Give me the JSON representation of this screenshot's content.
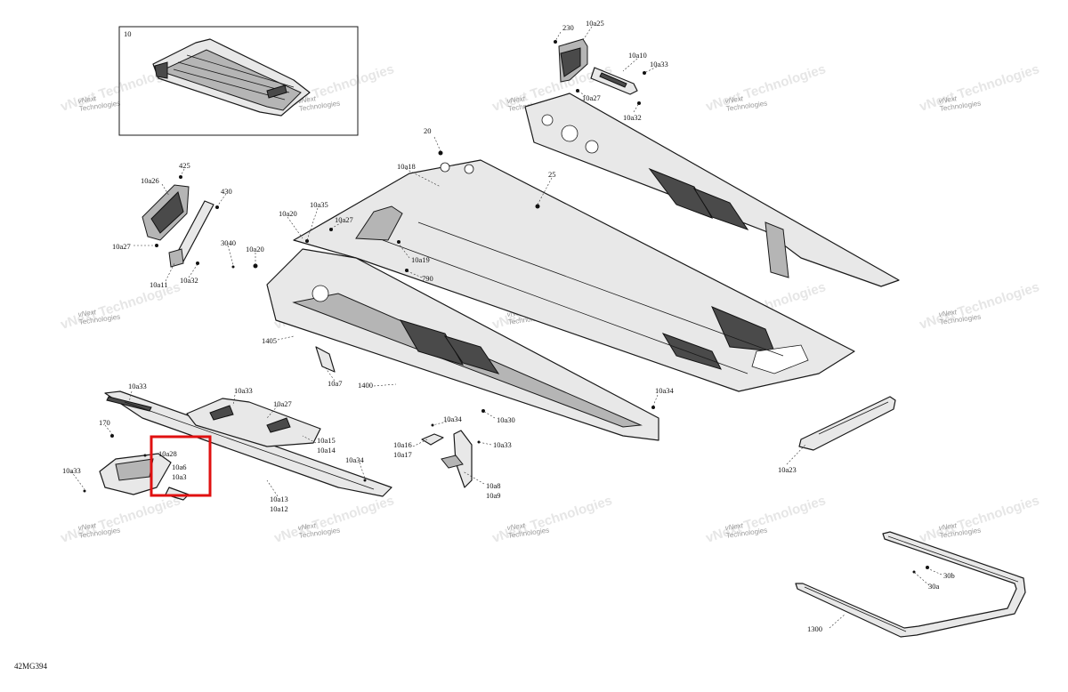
{
  "diagram_code": "42MG394",
  "watermark": {
    "line1": "vNext",
    "line2": "Technologies"
  },
  "callouts": {
    "c10": "10",
    "c230": "230",
    "c10a25": "10a25",
    "c10a10": "10a10",
    "c10a33_top": "10a33",
    "c10a27_top": "10a27",
    "c10a32_top": "10a32",
    "c20": "20",
    "c10a18": "10a18",
    "c25": "25",
    "c425": "425",
    "c10a26": "10a26",
    "c430": "430",
    "c10a27_left": "10a27",
    "c10a11": "10a11",
    "c10a32_left": "10a32",
    "c3040": "3040",
    "c10a20_a": "10a20",
    "c10a35": "10a35",
    "c10a27_mid": "10a27",
    "c10a20_b": "10a20",
    "c10a19": "10a19",
    "c790": "790",
    "c1405": "1405",
    "c10a7": "10a7",
    "c1400": "1400",
    "c10a34_right": "10a34",
    "c10a30": "10a30",
    "c10a34_mid": "10a34",
    "c10a33_mid": "10a33",
    "c10a16": "10a16",
    "c10a17": "10a17",
    "c10a8": "10a8",
    "c10a9": "10a9",
    "c10a23": "10a23",
    "c10a33_bl": "10a33",
    "c10a33_b2": "10a33",
    "c10a27_b": "10a27",
    "c170": "170",
    "c10a15": "10a15",
    "c10a14": "10a14",
    "c10a28": "10a28",
    "c10a6": "10a6",
    "c10a3": "10a3",
    "c10a34_b": "10a34",
    "c10a33_far": "10a33",
    "c10a13": "10a13",
    "c10a12": "10a12",
    "c30b": "30b",
    "c30a": "30a",
    "c1300": "1300"
  },
  "highlight": {
    "color": "#e01010",
    "items": [
      "10a28",
      "10a6",
      "10a3"
    ]
  }
}
